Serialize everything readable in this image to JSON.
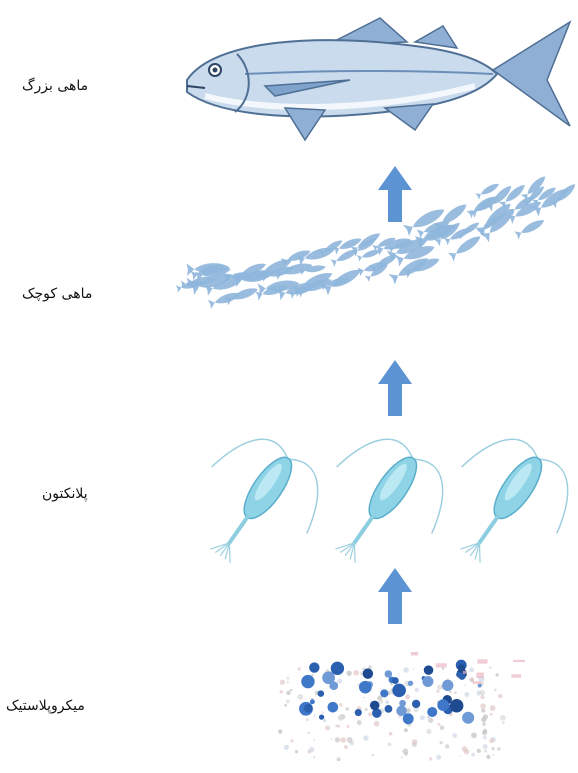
{
  "labels": {
    "big_fish": "ماهی بزرگ",
    "small_fish": "ماهی کوچک",
    "plankton": "پلانکتون",
    "microplastic": "میکروپلاستیک"
  },
  "colors": {
    "arrow": "#5b93d3",
    "fish_body": "#b9cfe6",
    "fish_dark": "#6b8fb8",
    "school": "#8fb6dc",
    "plankton": "#8fd3e6",
    "plastic": "#2b5fb0"
  },
  "icons": {
    "big_fish": "big-fish-icon",
    "small_fish": "fish-school-icon",
    "plankton": "plankton-icon",
    "microplastic": "microplastic-particles-icon",
    "arrow": "arrow-up-icon"
  }
}
